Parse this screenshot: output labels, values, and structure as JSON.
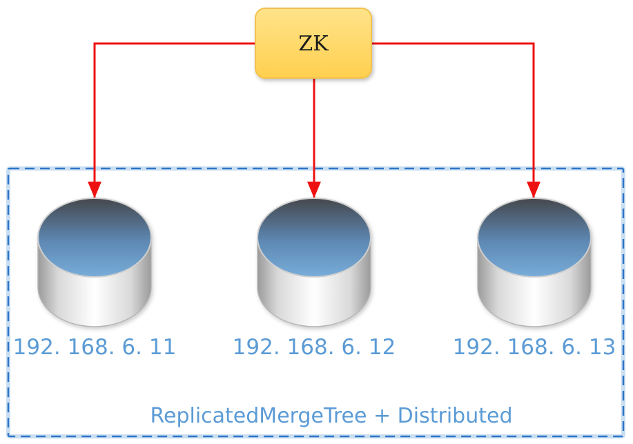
{
  "zookeeper": {
    "label": "ZK"
  },
  "nodes": [
    {
      "ip": "192. 168. 6. 11"
    },
    {
      "ip": "192. 168. 6. 12"
    },
    {
      "ip": "192. 168. 6. 13"
    }
  ],
  "cluster": {
    "label": "ReplicatedMergeTree + Distributed"
  },
  "colors": {
    "arrow": "#ee1111",
    "cluster_border": "#2e75c8",
    "label_text": "#5b9bd5",
    "zk_fill": "#ffd966",
    "zk_border": "#f2c24d"
  }
}
